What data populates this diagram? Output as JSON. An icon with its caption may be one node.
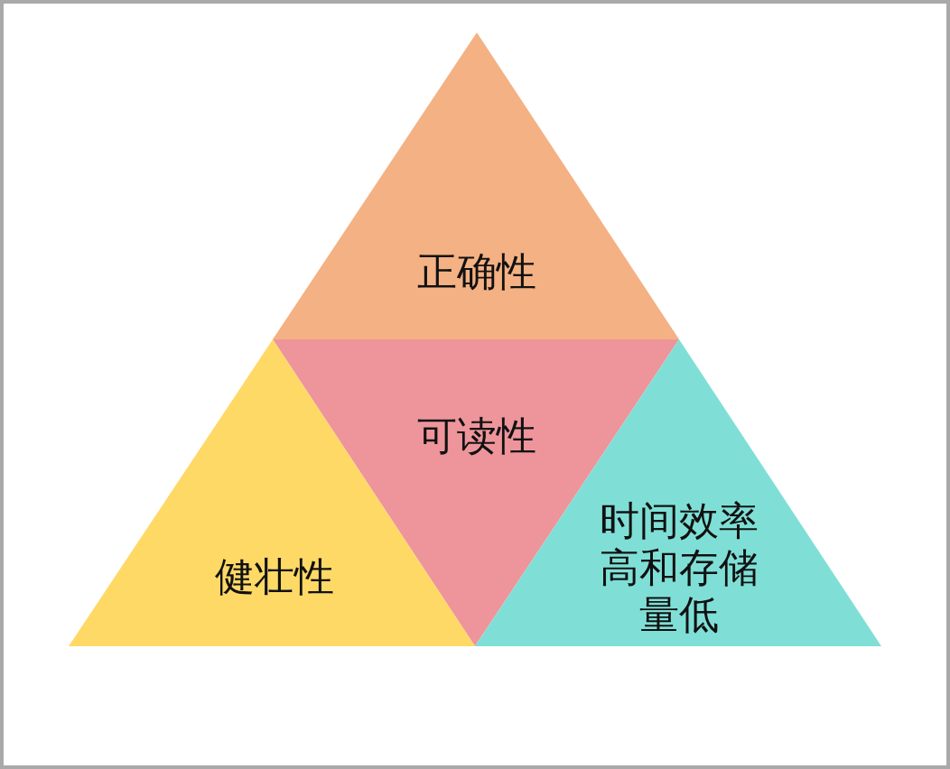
{
  "diagram": {
    "nodes": [
      {
        "text": [
          "正确性"
        ]
      },
      {
        "text": [
          "可读性"
        ]
      },
      {
        "text": [
          "健壮性"
        ]
      },
      {
        "text": [
          "时间效率高和存储量低"
        ]
      }
    ],
    "edges": []
  }
}
